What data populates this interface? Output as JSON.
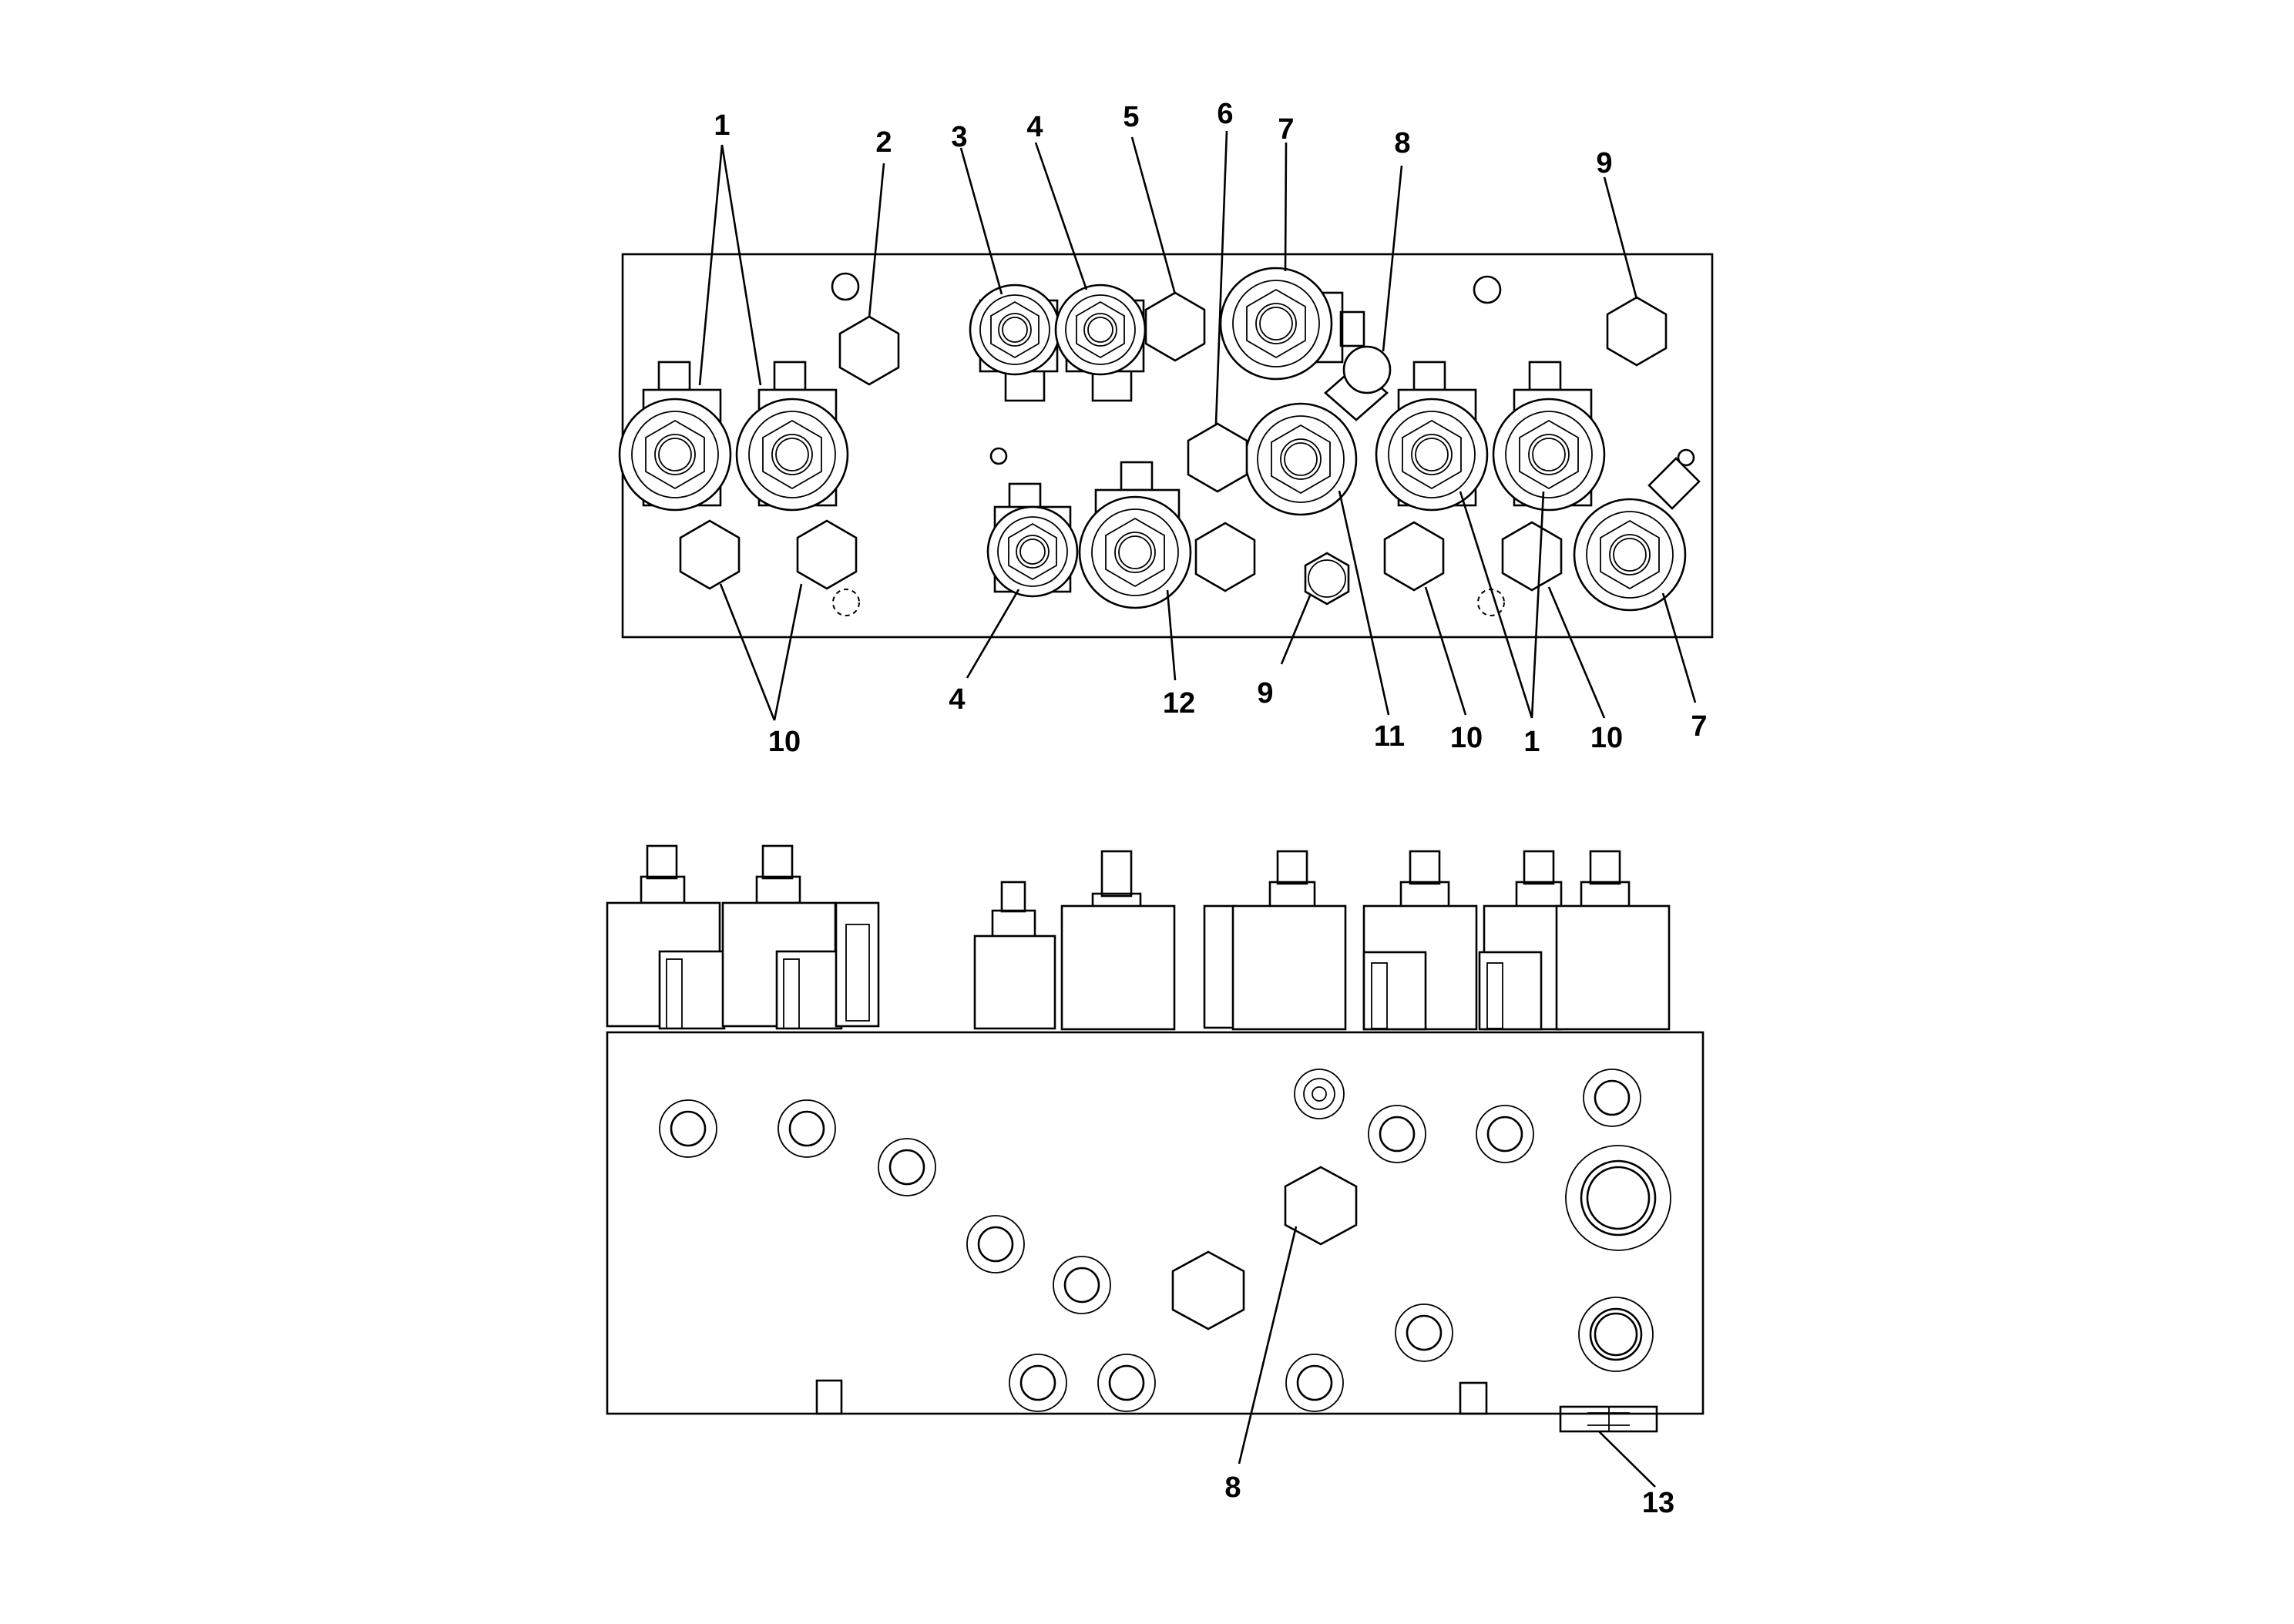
{
  "diagram": {
    "top_view_callouts": [
      "1",
      "2",
      "3",
      "4",
      "5",
      "6",
      "7",
      "8",
      "9",
      "4",
      "12",
      "9",
      "11",
      "10",
      "1",
      "10",
      "7",
      "10"
    ],
    "bottom_view_callouts": [
      "8",
      "13"
    ]
  }
}
